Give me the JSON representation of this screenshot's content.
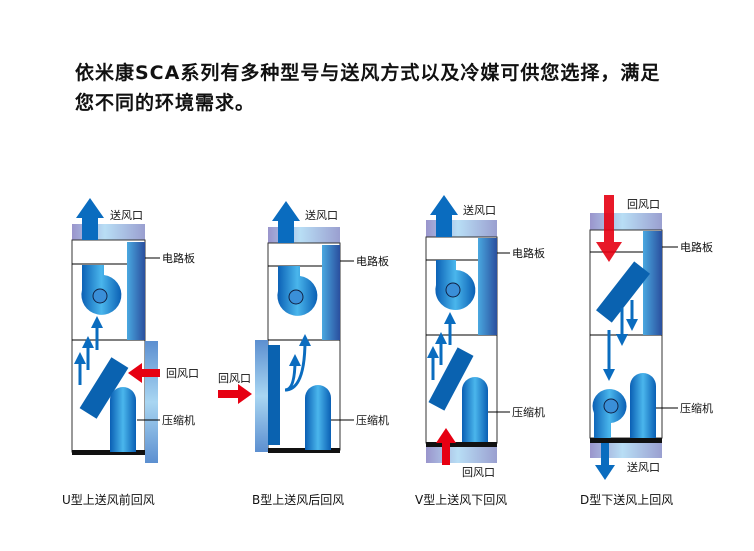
{
  "title_line1": "依米康SCA系列有多种型号与送风方式以及冷媒可供您选择，满足",
  "title_line2": "您不同的环境需求。",
  "labels": {
    "supply": "送风口",
    "board": "电路板",
    "return": "回风口",
    "compressor": "压缩机"
  },
  "captions": [
    "U型上送风前回风",
    "B型上送风后回风",
    "V型上送风下回风",
    "D型下送风上回风"
  ],
  "colors": {
    "blue": "#0a6cbf",
    "red": "#e60012",
    "panel": "#a9c8ec",
    "black": "#111111"
  }
}
